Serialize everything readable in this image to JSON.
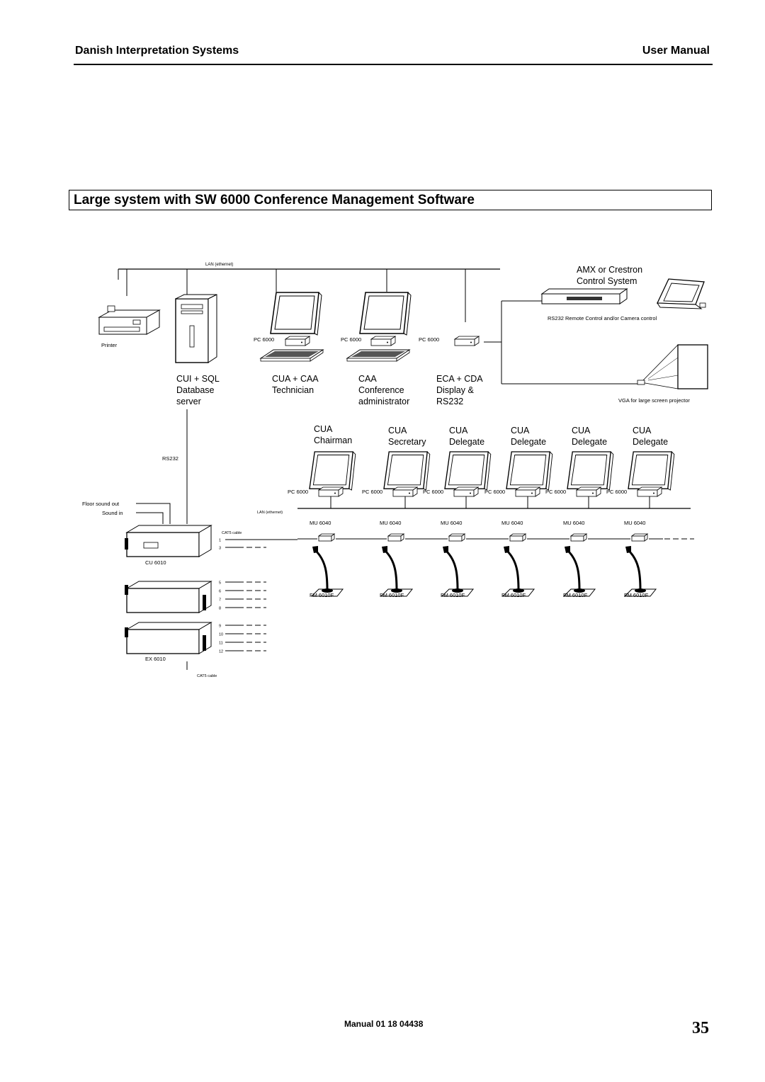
{
  "header": {
    "left": "Danish Interpretation Systems",
    "right": "User Manual"
  },
  "title": "Large system with SW 6000 Conference Management Software",
  "diagram": {
    "lan_top": "LAN (ethernet)",
    "lan_bottom": "LAN (ethernet)",
    "printer": "Printer",
    "control": {
      "line1": "AMX or Crestron",
      "line2": "Control System",
      "rs232_note": "RS232  Remote Control and/or Camera control"
    },
    "projector_note": "VGA for large screen projector",
    "pc_label": "PC 6000",
    "top_roles": [
      {
        "l1": "CUI + SQL",
        "l2": "Database",
        "l3": "server"
      },
      {
        "l1": "CUA + CAA",
        "l2": "Technician",
        "l3": ""
      },
      {
        "l1": "CAA",
        "l2": "Conference",
        "l3": "administrator"
      },
      {
        "l1": "ECA + CDA",
        "l2": "Display &",
        "l3": "RS232"
      }
    ],
    "stations": [
      {
        "role": "CUA",
        "name": "Chairman"
      },
      {
        "role": "CUA",
        "name": "Secretary"
      },
      {
        "role": "CUA",
        "name": "Delegate"
      },
      {
        "role": "CUA",
        "name": "Delegate"
      },
      {
        "role": "CUA",
        "name": "Delegate"
      },
      {
        "role": "CUA",
        "name": "Delegate"
      }
    ],
    "mu_label": "MU 6040",
    "fm_label": "FM 6010F",
    "rs232": "RS232",
    "floor_sound_out": "Floor sound out",
    "sound_in": "Sound in",
    "cat5_top": "CAT5 cable",
    "cat5_bottom": "CAT5 cable",
    "cu": "CU 6010",
    "ex": "EX 6010",
    "ports": [
      "1",
      "3",
      "5",
      "6",
      "7",
      "8",
      "9",
      "10",
      "11",
      "12"
    ]
  },
  "footer": {
    "manual": "Manual 01 18 04438",
    "page": "35"
  }
}
